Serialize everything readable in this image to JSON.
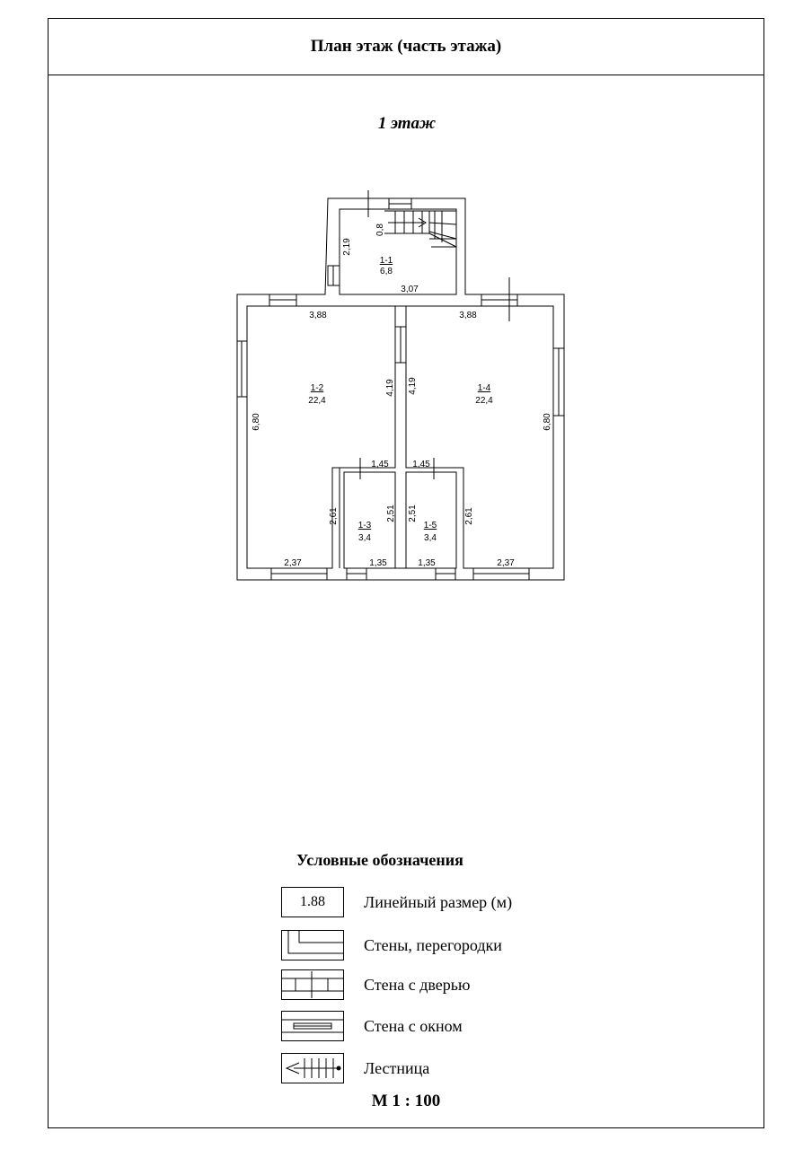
{
  "header": {
    "title": "План этаж (часть этажа)"
  },
  "floor": {
    "title": "1 этаж"
  },
  "rooms": [
    {
      "id": "1-1",
      "area": "6,8"
    },
    {
      "id": "1-2",
      "area": "22,4"
    },
    {
      "id": "1-3",
      "area": "3,4"
    },
    {
      "id": "1-4",
      "area": "22,4"
    },
    {
      "id": "1-5",
      "area": "3,4"
    }
  ],
  "dimensions": {
    "d_219": "2,19",
    "d_08": "0,8",
    "d_307": "3,07",
    "d_388_left": "3,88",
    "d_388_right": "3,88",
    "d_419_left": "4,19",
    "d_419_right": "4,19",
    "d_680_left": "6,80",
    "d_680_right": "6,80",
    "d_145_left": "1,45",
    "d_145_right": "1,45",
    "d_261_left": "2,61",
    "d_261_right": "2,61",
    "d_251_left": "2,51",
    "d_251_right": "2,51",
    "d_237_left": "2,37",
    "d_237_right": "2,37",
    "d_135_left": "1,35",
    "d_135_right": "1,35"
  },
  "legend": {
    "title": "Условные обозначения",
    "sample_size": "1.88",
    "items": [
      {
        "label": "Линейный размер (м)"
      },
      {
        "label": "Стены, перегородки"
      },
      {
        "label": "Стена с дверью"
      },
      {
        "label": "Стена с окном"
      },
      {
        "label": "Лестница"
      }
    ]
  },
  "scale": "М 1 : 100"
}
